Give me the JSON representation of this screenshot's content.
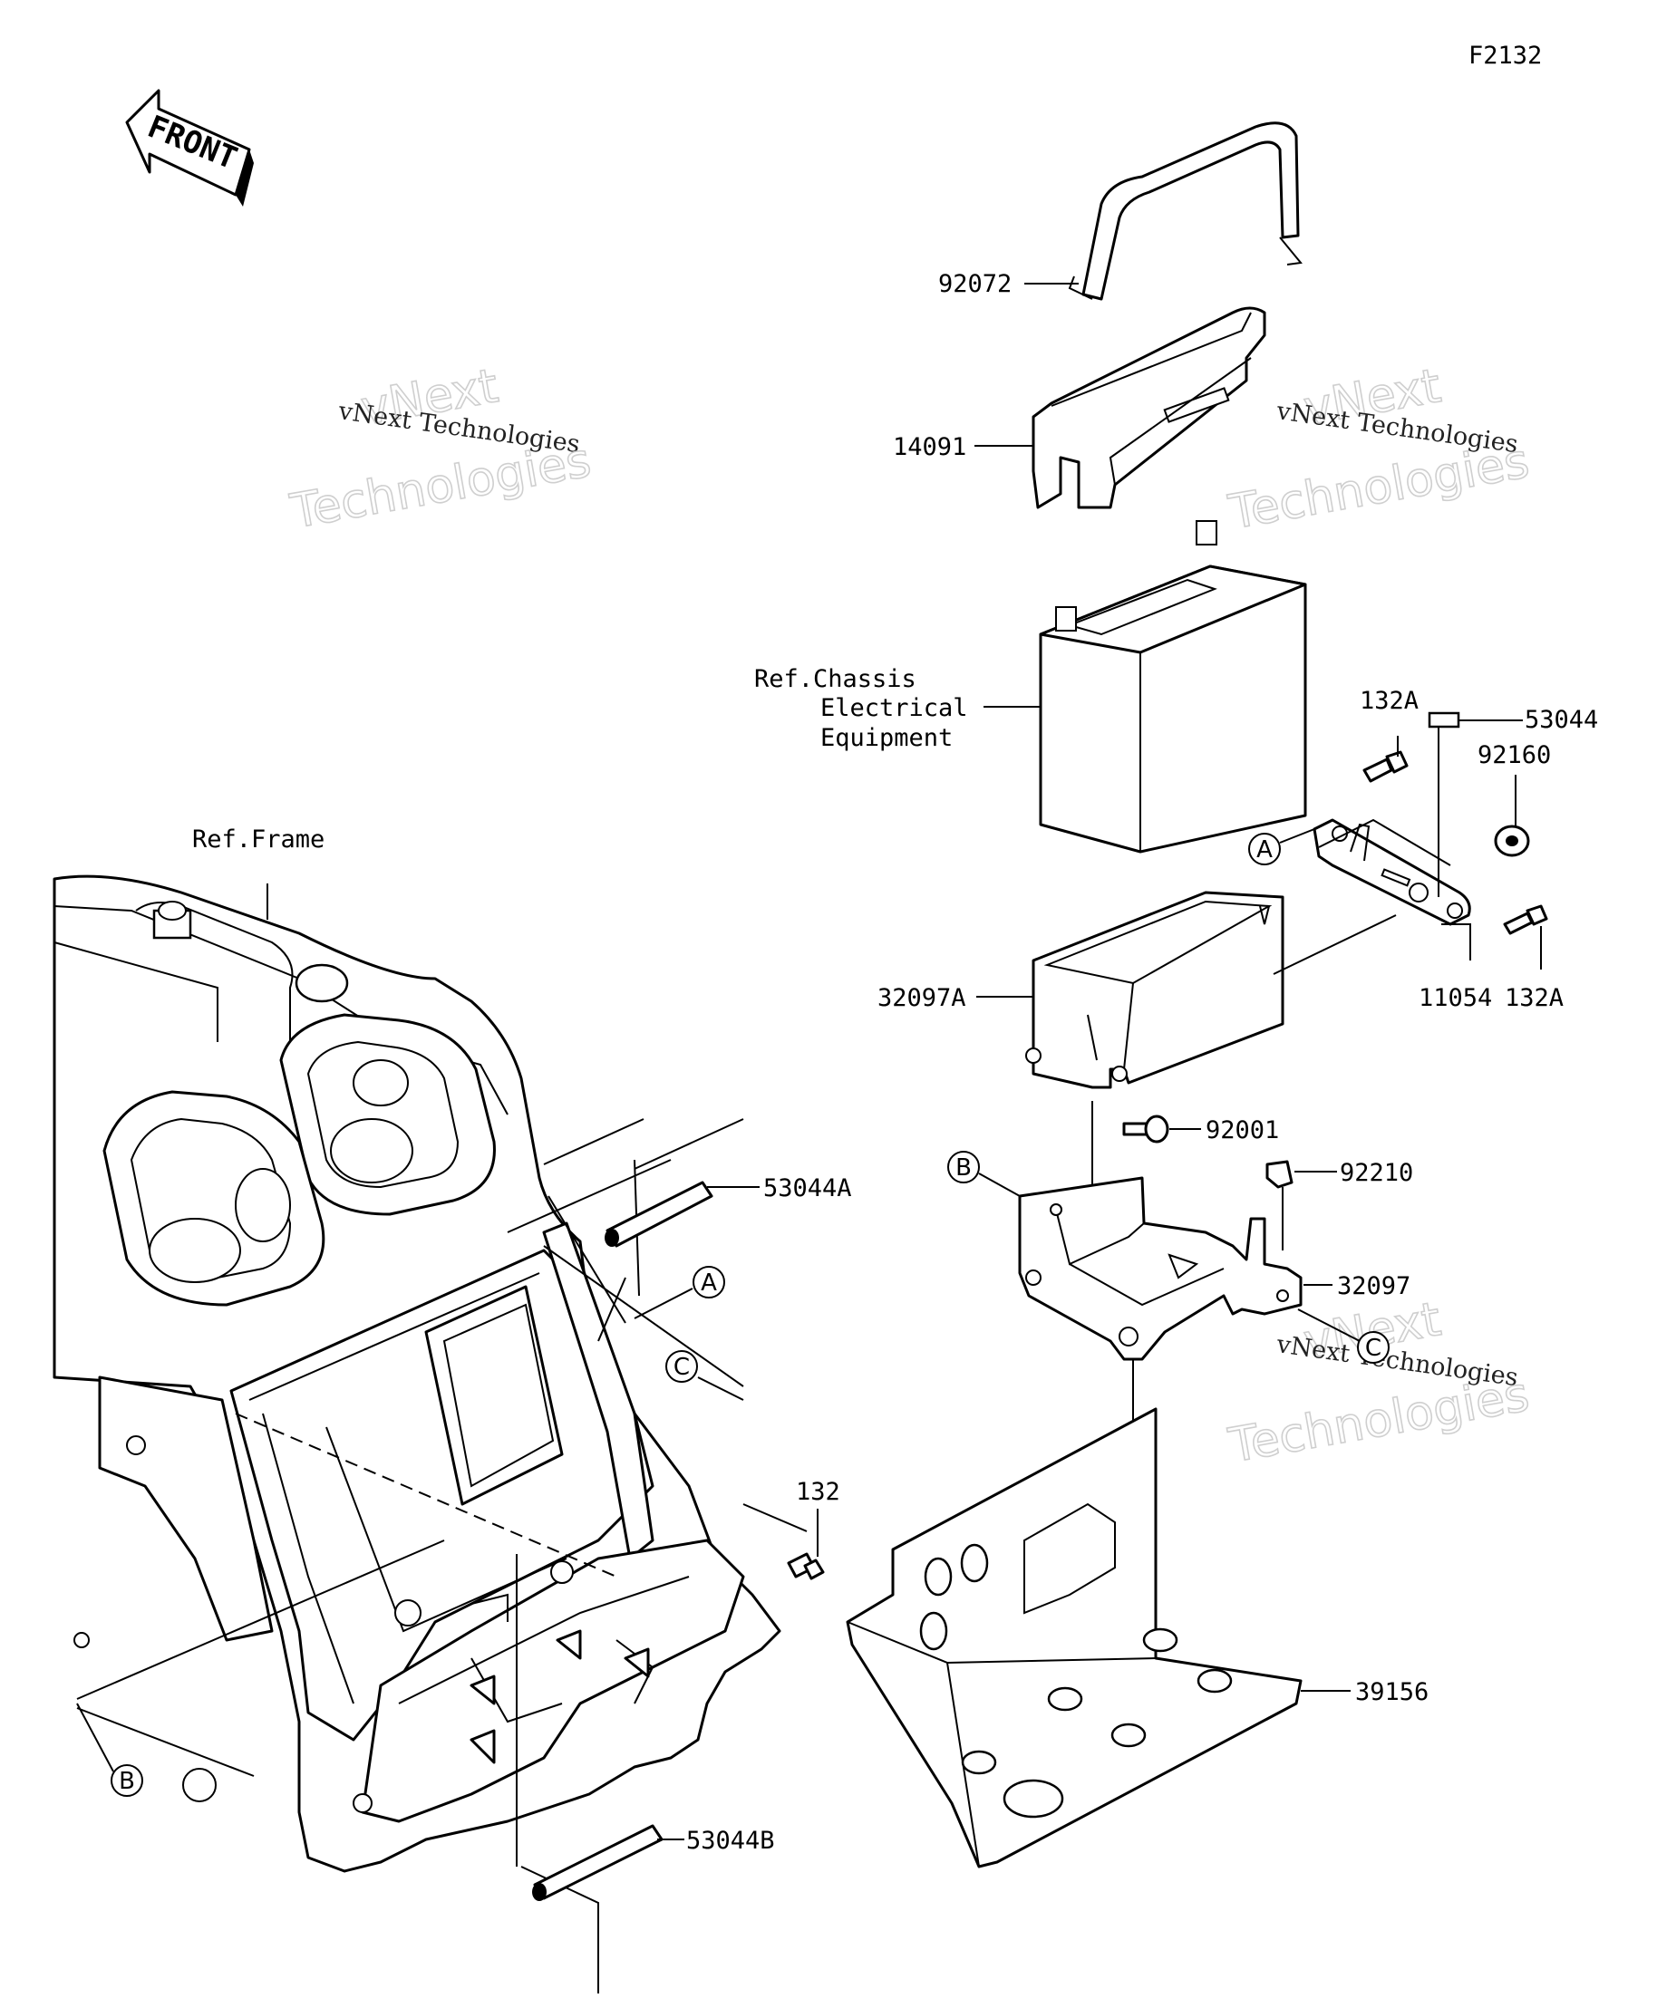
{
  "figure_code": "F2132",
  "front_marker": "FRONT",
  "refs": {
    "chassis_line1": "Ref.Chassis",
    "chassis_line2": "Electrical",
    "chassis_line3": "Equipment",
    "frame": "Ref.Frame"
  },
  "watermarks": {
    "line1": "vNext",
    "line2": "vNext Technologies",
    "line3": "Technologies"
  },
  "callouts": {
    "a1": "A",
    "a2": "A",
    "b1": "B",
    "b2": "B",
    "c1": "C",
    "c2": "C"
  },
  "parts": {
    "p92072": "92072",
    "p14091": "14091",
    "p132A_top": "132A",
    "p53044": "53044",
    "p92160": "92160",
    "p132A_bottom": "132A",
    "p11054": "11054",
    "p32097A": "32097A",
    "p92001": "92001",
    "p92210": "92210",
    "p32097": "32097",
    "p53044A": "53044A",
    "p132": "132",
    "p39156": "39156",
    "p53044B": "53044B"
  }
}
